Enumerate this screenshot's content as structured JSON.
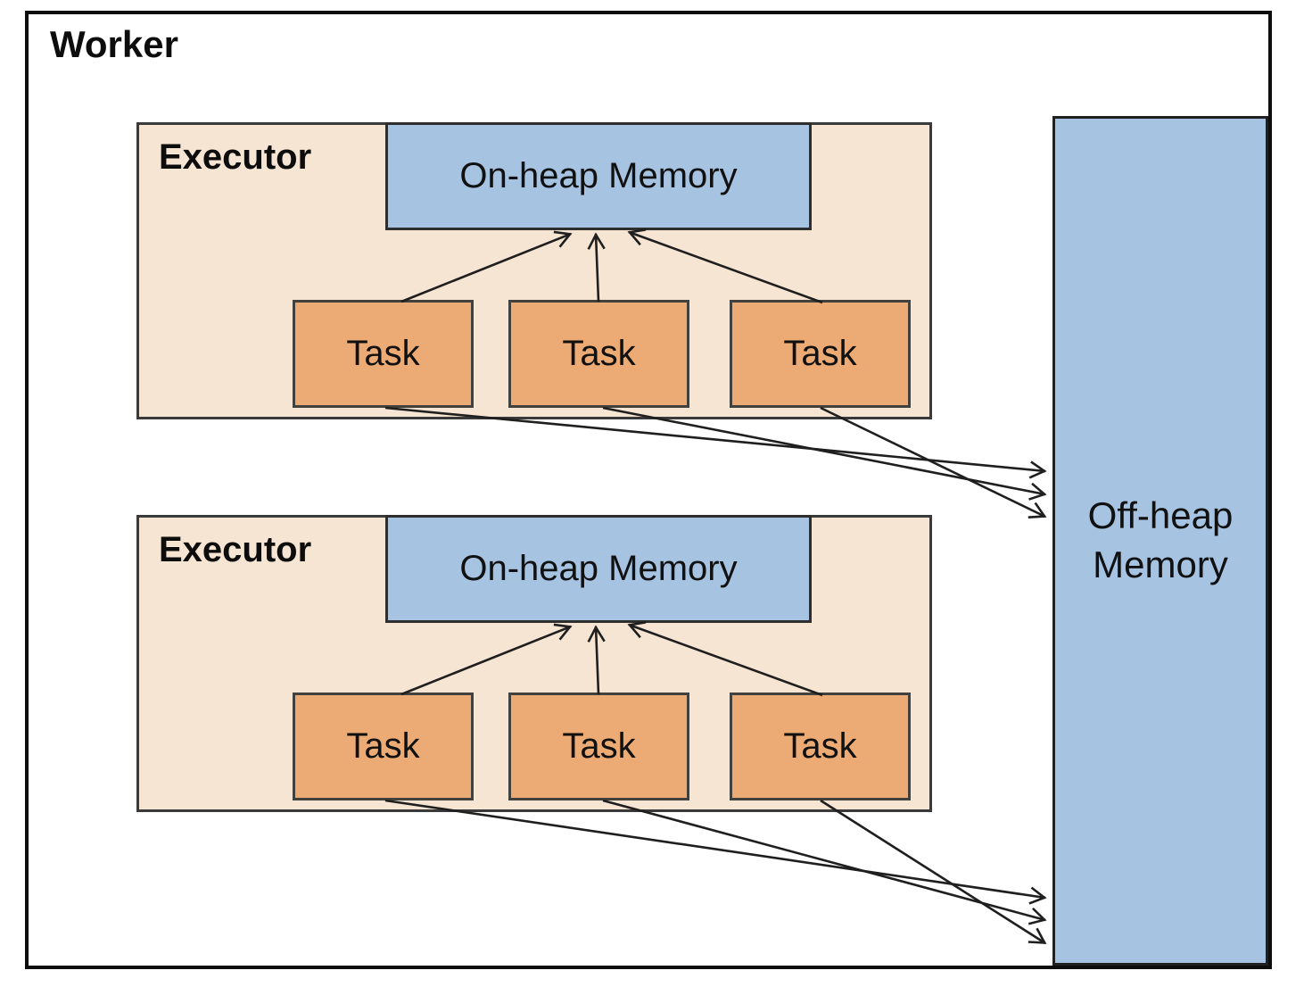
{
  "diagram": {
    "worker": {
      "label": "Worker"
    },
    "executors": [
      {
        "label": "Executor",
        "onheap": {
          "label": "On-heap Memory"
        },
        "tasks": [
          "Task",
          "Task",
          "Task"
        ]
      },
      {
        "label": "Executor",
        "onheap": {
          "label": "On-heap Memory"
        },
        "tasks": [
          "Task",
          "Task",
          "Task"
        ]
      }
    ],
    "offheap": {
      "label": "Off-heap Memory"
    },
    "colors": {
      "executor_fill": "#f7e5d3",
      "task_fill": "#ecaa74",
      "memory_fill": "#a6c3e2",
      "worker_border": "#0d0d0d",
      "box_border": "#3a3a3a",
      "arrow": "#1f1f1f",
      "background": "#ffffff"
    }
  }
}
